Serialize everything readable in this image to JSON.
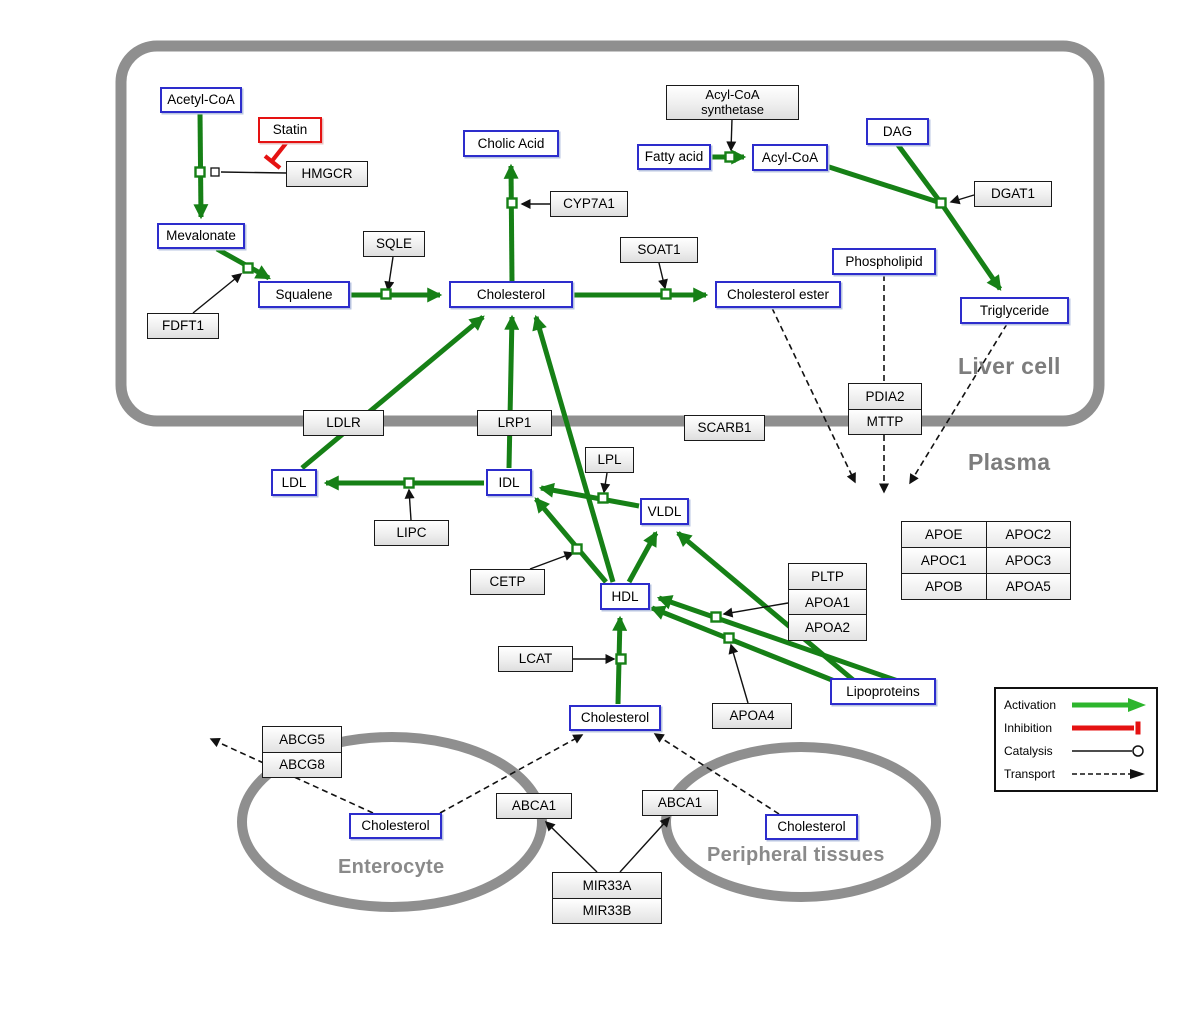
{
  "nodes": {
    "acetyl_coa": "Acetyl-CoA",
    "statin": "Statin",
    "hmgcr": "HMGCR",
    "mevalonate": "Mevalonate",
    "sqle": "SQLE",
    "fdft1": "FDFT1",
    "squalene": "Squalene",
    "cholesterol_liver": "Cholesterol",
    "cholic_acid": "Cholic Acid",
    "cyp7a1": "CYP7A1",
    "soat1": "SOAT1",
    "acyl_coa_synthetase": "Acyl-CoA\nsynthetase",
    "fatty_acid": "Fatty acid",
    "acyl_coa": "Acyl-CoA",
    "dag": "DAG",
    "dgat1": "DGAT1",
    "phospholipid": "Phospholipid",
    "cholesterol_ester": "Cholesterol ester",
    "triglyceride": "Triglyceride",
    "pdia2": "PDIA2",
    "mttp": "MTTP",
    "ldlr": "LDLR",
    "lrp1": "LRP1",
    "scarb1": "SCARB1",
    "lpl": "LPL",
    "ldl": "LDL",
    "idl": "IDL",
    "vldl": "VLDL",
    "lipc": "LIPC",
    "cetp": "CETP",
    "hdl": "HDL",
    "lcat": "LCAT",
    "pltp": "PLTP",
    "apoa1": "APOA1",
    "apoa2": "APOA2",
    "apoa4": "APOA4",
    "apoe": "APOE",
    "apoc2": "APOC2",
    "apoc1": "APOC1",
    "apoc3": "APOC3",
    "apob": "APOB",
    "apoa5": "APOA5",
    "lipoproteins": "Lipoproteins",
    "cholesterol_plasma": "Cholesterol",
    "abcg5": "ABCG5",
    "abcg8": "ABCG8",
    "abca1_enterocyte": "ABCA1",
    "abca1_peripheral": "ABCA1",
    "cholesterol_enterocyte": "Cholesterol",
    "cholesterol_peripheral": "Cholesterol",
    "mir33a": "MIR33A",
    "mir33b": "MIR33B"
  },
  "compartments": {
    "liver": "Liver cell",
    "plasma": "Plasma",
    "enterocyte": "Enterocyte",
    "peripheral": "Peripheral tissues"
  },
  "legend": {
    "activation": "Activation",
    "inhibition": "Inhibition",
    "catalysis": "Catalysis",
    "transport": "Transport"
  },
  "colors": {
    "activation_edge": "#168016",
    "activation_legend": "#2db52d",
    "inhibition": "#e51212",
    "metabolite_border": "#2d2dcc",
    "compartment_border": "#8f8f8f",
    "transport_edge": "#111111"
  }
}
